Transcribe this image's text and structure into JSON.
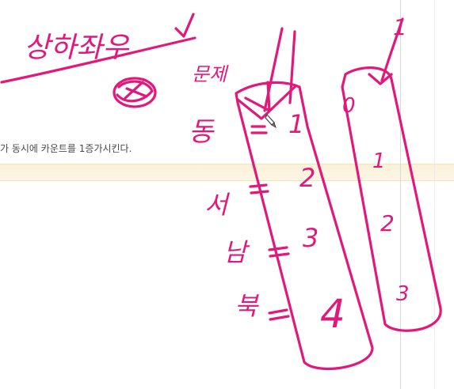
{
  "document": {
    "text_line": "가 동시에 카운트를 1증가시킨다."
  },
  "annotations": {
    "title": "상하좌우",
    "label_problem": "문제",
    "labels_left": [
      "동",
      "서",
      "남",
      "북"
    ],
    "stack1_numbers": [
      "1",
      "2",
      "3",
      "4"
    ],
    "stack2_numbers": [
      "0",
      "1",
      "2",
      "3"
    ],
    "top_mark": "1",
    "ink_color": "#e0197a"
  }
}
